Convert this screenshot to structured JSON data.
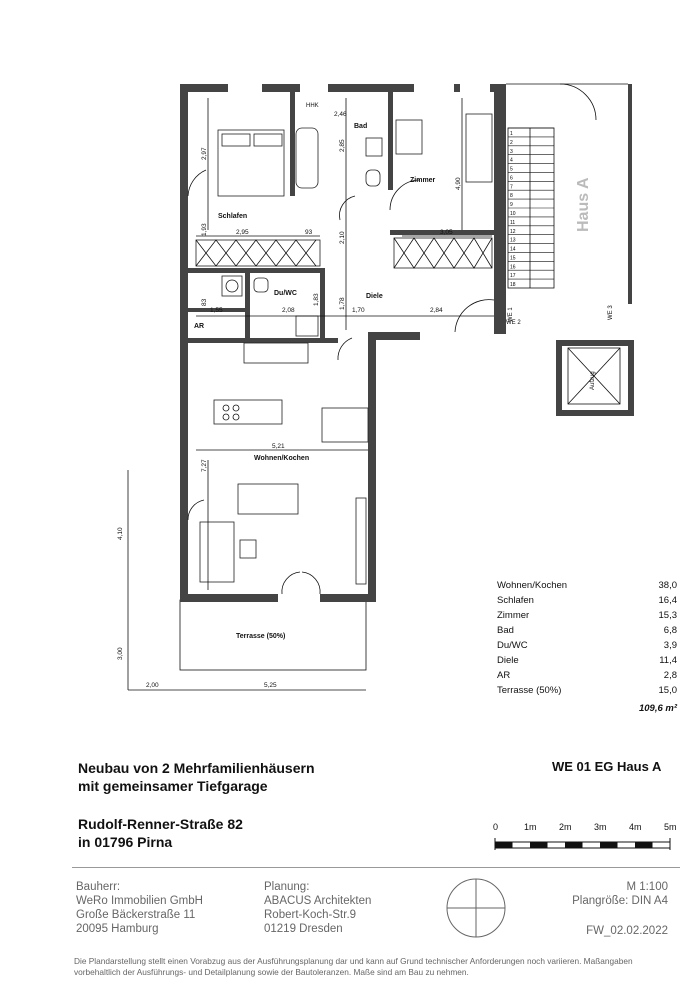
{
  "plan": {
    "rooms": {
      "schlafen": "Schlafen",
      "bad": "Bad",
      "zimmer": "Zimmer",
      "duwc": "Du/WC",
      "diele": "Diele",
      "ar": "AR",
      "wohnen": "Wohnen/Kochen",
      "terrasse": "Terrasse (50%)",
      "hhk": "HHK",
      "aufzug": "Aufzug",
      "haus": "Haus A",
      "we1": "WE 1",
      "we2": "WE 2",
      "we3": "WE 3"
    },
    "dims": {
      "d246": "2,46",
      "d297": "2,97",
      "d285": "2,85",
      "d490": "4,90",
      "d193": "1,93",
      "d295": "2,95",
      "d93": "93",
      "d210": "2,10",
      "d305": "3,05",
      "d83": "83",
      "d155": "1,55",
      "d208": "2,08",
      "d183": "1,83",
      "d178": "1,78",
      "d170": "1,70",
      "d284": "2,84",
      "d521": "5,21",
      "d727": "7,27",
      "d410": "4,10",
      "d300": "3,00",
      "d200": "2,00",
      "d525": "5,25"
    },
    "stairs": [
      "1",
      "2",
      "3",
      "4",
      "5",
      "6",
      "7",
      "8",
      "9",
      "10",
      "11",
      "12",
      "13",
      "14",
      "15",
      "16",
      "17",
      "18"
    ]
  },
  "areas": {
    "rows": [
      {
        "name": "Wohnen/Kochen",
        "value": "38,0"
      },
      {
        "name": "Schlafen",
        "value": "16,4"
      },
      {
        "name": "Zimmer",
        "value": "15,3"
      },
      {
        "name": "Bad",
        "value": "6,8"
      },
      {
        "name": "Du/WC",
        "value": "3,9"
      },
      {
        "name": "Diele",
        "value": "11,4"
      },
      {
        "name": "AR",
        "value": "2,8"
      },
      {
        "name": "Terrasse (50%)",
        "value": "15,0"
      }
    ],
    "total": "109,6 m²"
  },
  "title": {
    "line1": "Neubau von 2 Mehrfamilienhäusern",
    "line2": "mit gemeinsamer Tiefgarage",
    "addr1": "Rudolf-Renner-Straße 82",
    "addr2": "in 01796 Pirna",
    "unit": "WE 01 EG Haus A"
  },
  "scalebar": {
    "labels": [
      "0",
      "1m",
      "2m",
      "3m",
      "4m",
      "5m"
    ]
  },
  "footer": {
    "bauherr_label": "Bauherr:",
    "bauherr_name": "WeRo Immobilien GmbH",
    "bauherr_street": "Große Bäckerstraße 11",
    "bauherr_city": "20095 Hamburg",
    "planung_label": "Planung:",
    "planung_name": "ABACUS Architekten",
    "planung_street": "Robert-Koch-Str.9",
    "planung_city": "01219 Dresden",
    "scale": "M 1:100",
    "format": "Plangröße: DIN A4",
    "plan_id": "FW_02.02.2022",
    "disclaimer": "Die Plandarstellung stellt einen Vorabzug aus der Ausführungsplanung dar und kann auf Grund technischer Anforderungen noch variieren. Maßangaben vorbehaltlich der Ausführungs- und Detailplanung sowie der Bautoleranzen. Maße sind am Bau zu nehmen."
  }
}
